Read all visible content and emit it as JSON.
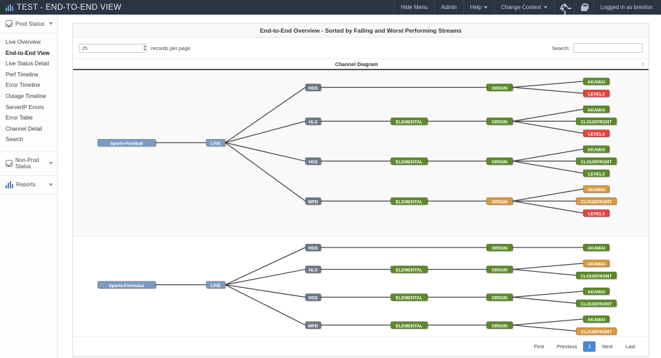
{
  "topbar": {
    "brand_icon": "bar-chart-icon",
    "brand_title": "TEST - END-TO-END VIEW",
    "nav": [
      {
        "label": "Hide Menu",
        "icon": null,
        "caret": false
      },
      {
        "label": "Admin",
        "icon": null,
        "caret": false
      },
      {
        "label": "Help",
        "icon": null,
        "caret": true
      },
      {
        "label": "Change Context",
        "icon": null,
        "caret": true
      },
      {
        "label": "",
        "icon": "gear-icon",
        "caret": false
      },
      {
        "label": "",
        "icon": "lock-icon",
        "caret": false
      },
      {
        "label": "Logged in as brenton",
        "icon": null,
        "caret": false
      }
    ]
  },
  "sidebar": {
    "groups": [
      {
        "name": "Prod Status",
        "icon": "checkbox-icon",
        "expanded": true,
        "items": [
          {
            "label": "Live Overview",
            "active": false
          },
          {
            "label": "End-to-End View",
            "active": true
          },
          {
            "label": "Live Status Detail",
            "active": false
          },
          {
            "label": "Perf Timeline",
            "active": false
          },
          {
            "label": "Error Timeline",
            "active": false
          },
          {
            "label": "Outage Timeline",
            "active": false
          },
          {
            "label": "ServerIP Errors",
            "active": false
          },
          {
            "label": "Error Table",
            "active": false
          },
          {
            "label": "Channel Detail",
            "active": false
          },
          {
            "label": "Search",
            "active": false
          }
        ]
      },
      {
        "name": "Non-Prod Status",
        "icon": "checkbox-icon",
        "expanded": false,
        "items": []
      },
      {
        "name": "Reports",
        "icon": "bar-chart-icon",
        "expanded": false,
        "items": []
      }
    ]
  },
  "main": {
    "panel_title": "End-to-End Overview - Sorted by Failing and Worst Performing Streams",
    "records_per_page_value": "25",
    "records_per_page_label": "records per page",
    "search_label": "Search:",
    "search_value": "",
    "search_placeholder": "",
    "column_header": "Channel Diagram",
    "sort_icon": "sort-arrows-icon"
  },
  "pagination": {
    "first": "First",
    "previous": "Previous",
    "current_page": "1",
    "next": "Next",
    "last": "Last"
  },
  "colors": {
    "ok_green": "#5c8a27",
    "warn_orange": "#d99a3e",
    "fail_red": "#e8413c",
    "source_blue": "#7c9bc4",
    "protocol_slate": "#6e7787",
    "link": "#444444",
    "accent_blue": "#4a86d6",
    "topbar_bg": "#2b3441"
  },
  "diagrams": [
    {
      "id": "sports-football",
      "source": {
        "label": "Sports-Football",
        "status": "source"
      },
      "live": {
        "label": "LIVE",
        "status": "source"
      },
      "branches": [
        {
          "protocol": {
            "label": "HDS",
            "status": "protocol"
          },
          "encoder": null,
          "origin": {
            "label": "ORIGIN",
            "status": "ok"
          },
          "cdns": [
            {
              "label": "AKAMAI",
              "status": "ok"
            },
            {
              "label": "LEVEL3",
              "status": "fail"
            }
          ]
        },
        {
          "protocol": {
            "label": "HLS",
            "status": "protocol"
          },
          "encoder": {
            "label": "ELEMENTAL",
            "status": "ok"
          },
          "origin": {
            "label": "ORIGIN",
            "status": "ok"
          },
          "cdns": [
            {
              "label": "AKAMAI",
              "status": "ok"
            },
            {
              "label": "CLOUDFRONT",
              "status": "ok"
            },
            {
              "label": "LEVEL3",
              "status": "fail"
            }
          ]
        },
        {
          "protocol": {
            "label": "HSS",
            "status": "protocol"
          },
          "encoder": {
            "label": "ELEMENTAL",
            "status": "ok"
          },
          "origin": {
            "label": "ORIGIN",
            "status": "ok"
          },
          "cdns": [
            {
              "label": "AKAMAI",
              "status": "ok"
            },
            {
              "label": "CLOUDFRONT",
              "status": "ok"
            },
            {
              "label": "LEVEL3",
              "status": "ok"
            }
          ]
        },
        {
          "protocol": {
            "label": "MPD",
            "status": "protocol"
          },
          "encoder": {
            "label": "ELEMENTAL",
            "status": "ok"
          },
          "origin": {
            "label": "ORIGIN",
            "status": "warn"
          },
          "cdns": [
            {
              "label": "AKAMAI",
              "status": "warn"
            },
            {
              "label": "CLOUDFRONT",
              "status": "warn"
            },
            {
              "label": "LEVEL3",
              "status": "fail"
            }
          ]
        }
      ]
    },
    {
      "id": "sports-formula1",
      "source": {
        "label": "Sports-Formula1",
        "status": "source"
      },
      "live": {
        "label": "LIVE",
        "status": "source"
      },
      "branches": [
        {
          "protocol": {
            "label": "HDS",
            "status": "protocol"
          },
          "encoder": null,
          "origin": {
            "label": "ORIGIN",
            "status": "ok"
          },
          "cdns": [
            {
              "label": "AKAMAI",
              "status": "ok"
            }
          ]
        },
        {
          "protocol": {
            "label": "HLS",
            "status": "protocol"
          },
          "encoder": {
            "label": "ELEMENTAL",
            "status": "ok"
          },
          "origin": {
            "label": "ORIGIN",
            "status": "ok"
          },
          "cdns": [
            {
              "label": "AKAMAI",
              "status": "warn"
            },
            {
              "label": "CLOUDFRONT",
              "status": "ok"
            }
          ]
        },
        {
          "protocol": {
            "label": "HSS",
            "status": "protocol"
          },
          "encoder": {
            "label": "ELEMENTAL",
            "status": "ok"
          },
          "origin": {
            "label": "ORIGIN",
            "status": "ok"
          },
          "cdns": [
            {
              "label": "AKAMAI",
              "status": "ok"
            },
            {
              "label": "CLOUDFRONT",
              "status": "ok"
            }
          ]
        },
        {
          "protocol": {
            "label": "MPD",
            "status": "protocol"
          },
          "encoder": {
            "label": "ELEMENTAL",
            "status": "ok"
          },
          "origin": {
            "label": "ORIGIN",
            "status": "ok"
          },
          "cdns": [
            {
              "label": "AKAMAI",
              "status": "ok"
            },
            {
              "label": "CLOUDFRONT",
              "status": "warn"
            }
          ]
        }
      ]
    }
  ]
}
